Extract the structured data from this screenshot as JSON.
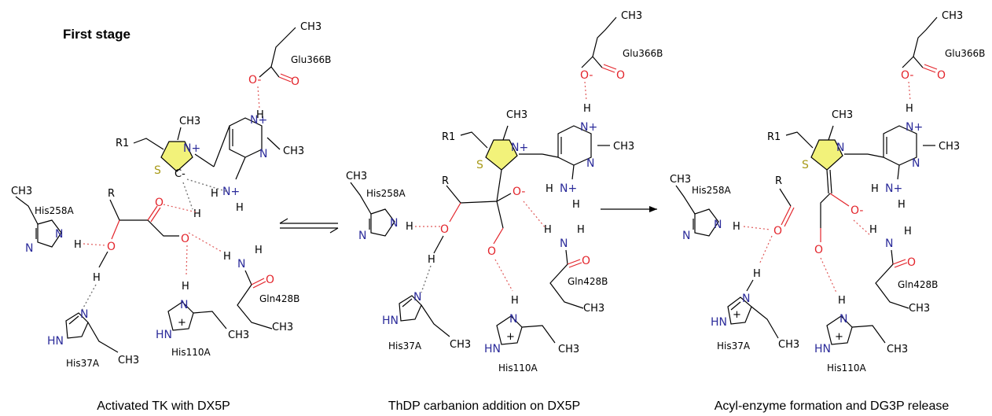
{
  "heading": "First stage",
  "captions": [
    "Activated TK with DX5P",
    "ThDP carbanion addition on DX5P",
    "Acyl-enzyme formation and DG3P release"
  ],
  "residues": {
    "glu366b": "Glu366B",
    "his258a": "His258A",
    "his37a": "His37A",
    "his110a": "His110A",
    "gln428b": "Gln428B"
  },
  "atoms": {
    "ch3": "CH3",
    "r1": "R1",
    "r": "R",
    "n": "N",
    "n_plus": "N+",
    "nh": "NH",
    "hn": "HN",
    "h": "H",
    "o": "O",
    "o_minus": "O-",
    "s": "S",
    "c_minus": "C-",
    "plus": "+"
  },
  "colors": {
    "carbon": "#000000",
    "nitrogen": "#2b2b9a",
    "oxygen": "#e3242b",
    "sulfur": "#a89a18",
    "hbond": "#e05a5a",
    "thiazolium_fill": "#f2f27a"
  },
  "icons": {
    "equilibrium": "equilibrium-arrow-icon",
    "reaction": "reaction-arrow-icon"
  }
}
